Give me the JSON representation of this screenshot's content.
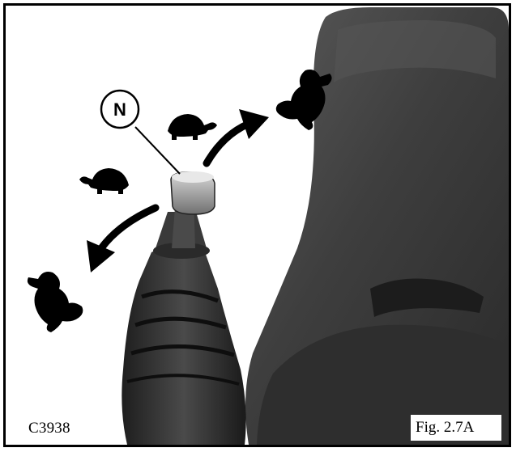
{
  "figure": {
    "code": "C3938",
    "caption": "Fig. 2.7A",
    "neutral_marker": "N",
    "colors": {
      "frame": "#000000",
      "seat": "#3a3a3a",
      "boot": "#2c2c2c",
      "background": "#ffffff"
    },
    "icons": [
      "tortoise-icon",
      "tortoise-icon",
      "hare-icon",
      "hare-icon",
      "arrow-forward-icon",
      "arrow-reverse-icon"
    ]
  }
}
